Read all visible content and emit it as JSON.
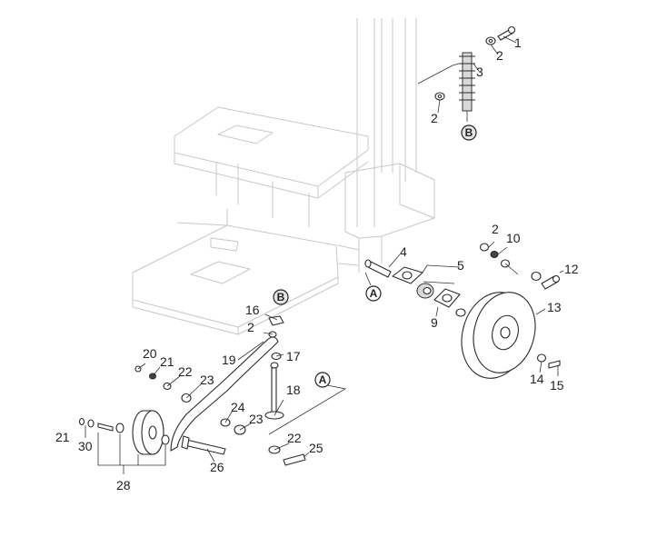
{
  "callouts": [
    {
      "id": "c1",
      "text": "1"
    },
    {
      "id": "c2a",
      "text": "2"
    },
    {
      "id": "c3",
      "text": "3"
    },
    {
      "id": "c2b",
      "text": "2"
    },
    {
      "id": "c4",
      "text": "4"
    },
    {
      "id": "c5",
      "text": "5"
    },
    {
      "id": "c2c",
      "text": "2"
    },
    {
      "id": "c10",
      "text": "10"
    },
    {
      "id": "c12",
      "text": "12"
    },
    {
      "id": "c13",
      "text": "13"
    },
    {
      "id": "c9",
      "text": "9"
    },
    {
      "id": "c14",
      "text": "14"
    },
    {
      "id": "c15",
      "text": "15"
    },
    {
      "id": "c16",
      "text": "16"
    },
    {
      "id": "c2d",
      "text": "2"
    },
    {
      "id": "c17",
      "text": "17"
    },
    {
      "id": "c18",
      "text": "18"
    },
    {
      "id": "c19",
      "text": "19"
    },
    {
      "id": "c20",
      "text": "20"
    },
    {
      "id": "c21a",
      "text": "21"
    },
    {
      "id": "c22a",
      "text": "22"
    },
    {
      "id": "c23a",
      "text": "23"
    },
    {
      "id": "c24",
      "text": "24"
    },
    {
      "id": "c23b",
      "text": "23"
    },
    {
      "id": "c22b",
      "text": "22"
    },
    {
      "id": "c25",
      "text": "25"
    },
    {
      "id": "c26",
      "text": "26"
    },
    {
      "id": "c21b",
      "text": "21"
    },
    {
      "id": "c30",
      "text": "30"
    },
    {
      "id": "c28",
      "text": "28"
    }
  ],
  "badges": {
    "b_top": "B",
    "b_mid": "B",
    "a_frame": "A",
    "a_lower": "A"
  }
}
